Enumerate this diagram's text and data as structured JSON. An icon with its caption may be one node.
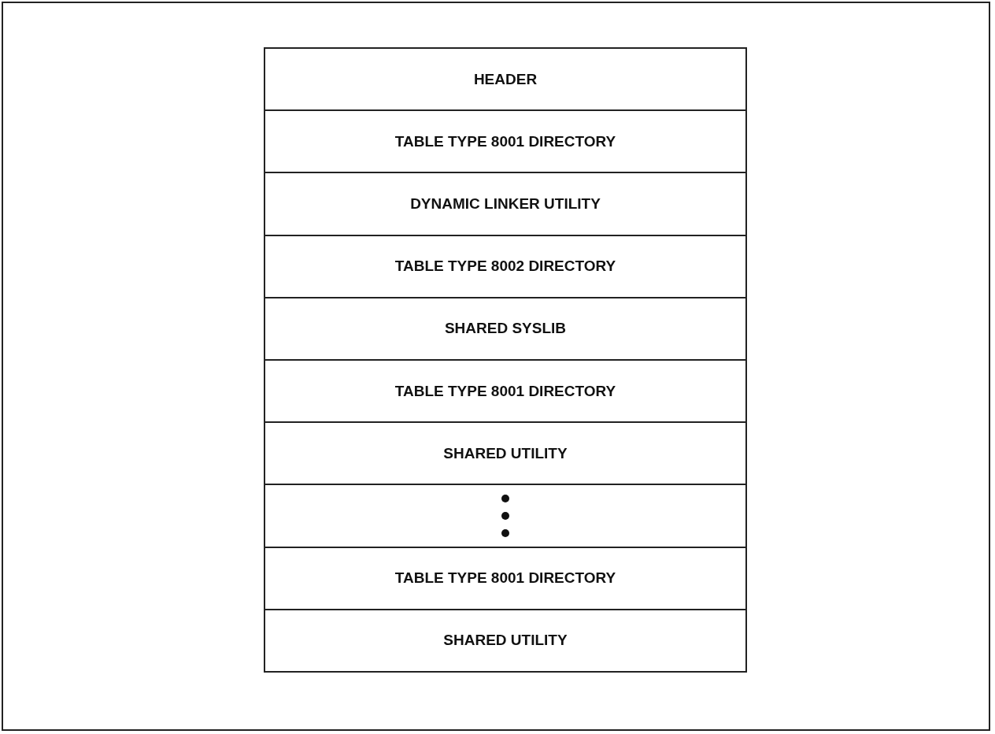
{
  "diagram": {
    "nodes": [
      {
        "text": [
          "HEADER"
        ]
      },
      {
        "text": [
          "TABLE TYPE 8001 DIRECTORY"
        ]
      },
      {
        "text": [
          "DYNAMIC LINKER UTILITY"
        ]
      },
      {
        "text": [
          "TABLE TYPE 8002 DIRECTORY"
        ]
      },
      {
        "text": [
          "SHARED SYSLIB"
        ]
      },
      {
        "text": [
          "TABLE TYPE 8001 DIRECTORY"
        ]
      },
      {
        "text": [
          "SHARED UTILITY"
        ]
      },
      {
        "text": [],
        "shape": "box"
      },
      {
        "text": [
          "TABLE TYPE 8001 DIRECTORY"
        ]
      },
      {
        "text": [
          "SHARED UTILITY"
        ]
      }
    ]
  }
}
